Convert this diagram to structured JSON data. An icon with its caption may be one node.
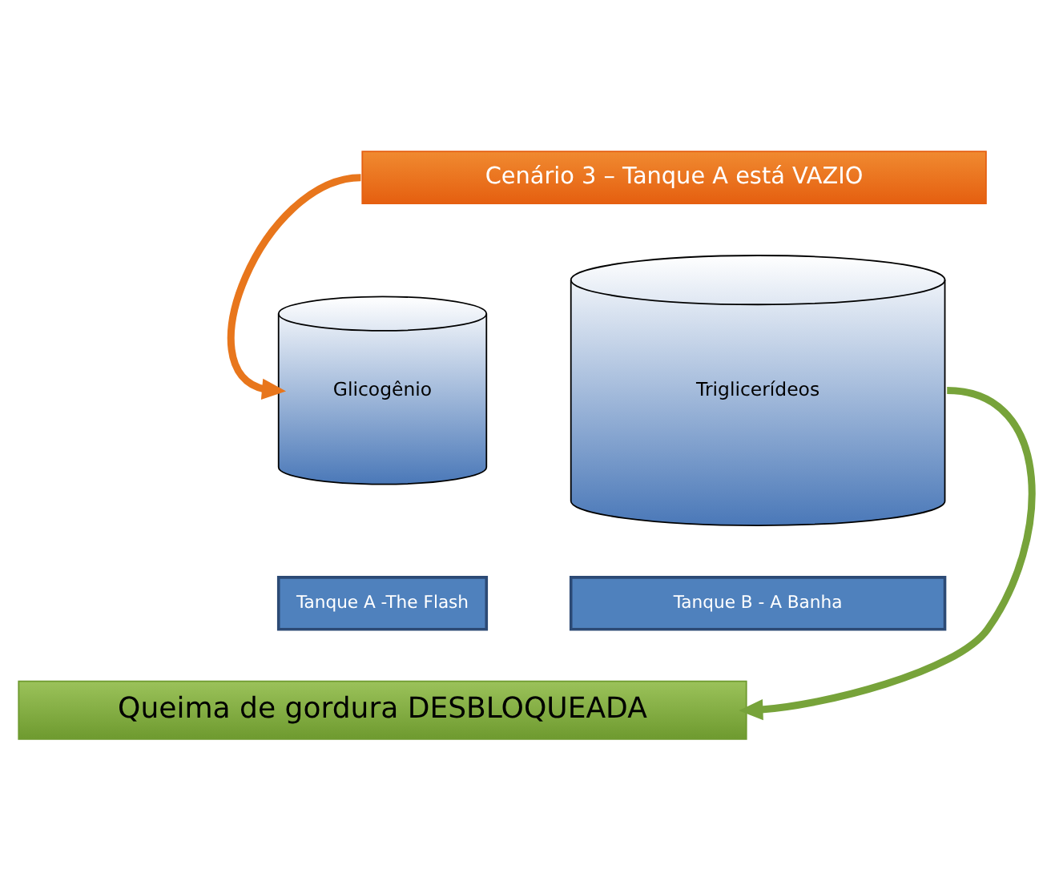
{
  "diagram": {
    "nodes": [
      {
        "text": [
          "Cenário 3 – Tanque A está VAZIO"
        ]
      },
      {
        "text": [
          "Glicogênio"
        ]
      },
      {
        "text": [
          "Tanque A -The Flash"
        ]
      },
      {
        "text": [
          "Triglicerídeos"
        ]
      },
      {
        "text": [
          "Tanque B - A Banha"
        ]
      },
      {
        "text": [
          "Queima de gordura DESBLOQUEADA"
        ]
      }
    ],
    "edges": [
      {
        "from": 0,
        "to": 1,
        "arrow": "to",
        "color": "#e8761c"
      },
      {
        "from": 3,
        "to": 5,
        "arrow": "to",
        "color": "#77a33a"
      }
    ]
  }
}
